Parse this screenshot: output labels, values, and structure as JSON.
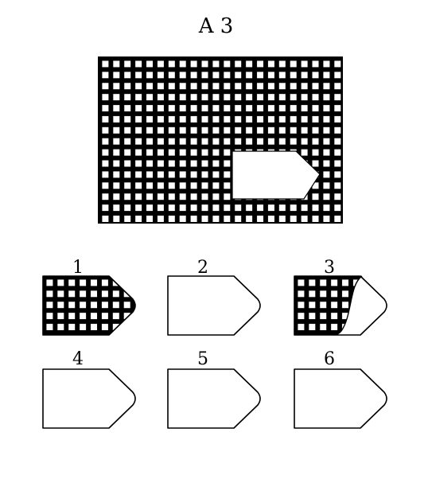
{
  "title": "A 3",
  "colors": {
    "ink": "#000000",
    "paper": "#ffffff"
  },
  "options": [
    {
      "label": "1",
      "fill": "full-grid"
    },
    {
      "label": "2",
      "fill": "blank"
    },
    {
      "label": "3",
      "fill": "partial-grid"
    },
    {
      "label": "4",
      "fill": "blank"
    },
    {
      "label": "5",
      "fill": "blank"
    },
    {
      "label": "6",
      "fill": "blank"
    }
  ]
}
